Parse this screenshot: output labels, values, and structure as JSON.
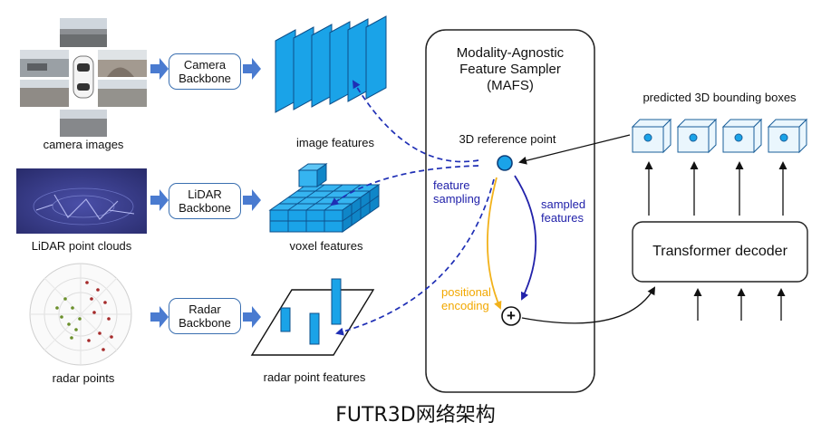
{
  "inputs": {
    "camera": "camera images",
    "lidar": "LiDAR point clouds",
    "radar": "radar points"
  },
  "backbones": {
    "camera": "Camera\nBackbone",
    "lidar": "LiDAR\nBackbone",
    "radar": "Radar\nBackbone"
  },
  "features": {
    "image": "image features",
    "voxel": "voxel features",
    "radar": "radar point features"
  },
  "mafs": {
    "title": "Modality-Agnostic\nFeature Sampler\n(MAFS)",
    "reference_point": "3D reference point",
    "feature_sampling": "feature\nsampling",
    "sampled_features": "sampled\nfeatures",
    "positional_encoding": "positional\nencoding",
    "plus_symbol": "+"
  },
  "decoder": {
    "boxes_label": "predicted 3D bounding boxes",
    "transformer": "Transformer decoder"
  },
  "caption": "FUTR3D网络架构",
  "colors": {
    "accent_blue": "#1aa3e8",
    "backbone_border": "#3a6fb0",
    "dashed_arrow": "#1f2fb5",
    "sampled_arrow": "#2222aa",
    "posenc_arrow": "#f2b21b",
    "arrow_fill": "#4a7bd0"
  }
}
